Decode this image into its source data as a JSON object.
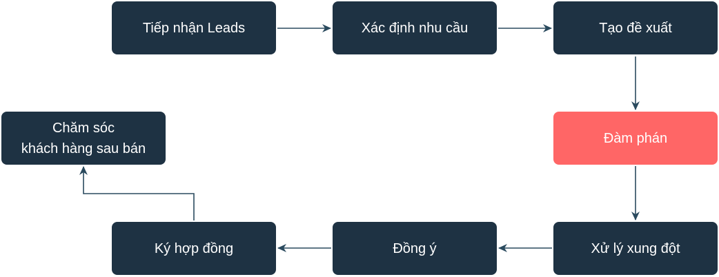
{
  "diagram": {
    "colors": {
      "node_default": "#1e3243",
      "node_highlight": "#ff6666",
      "edge": "#2a4a5e"
    },
    "nodes": [
      {
        "id": "tiep-nhan-leads",
        "label": "Tiếp nhận Leads",
        "highlight": false
      },
      {
        "id": "xac-dinh-nhu-cau",
        "label": "Xác định nhu cầu",
        "highlight": false
      },
      {
        "id": "tao-de-xuat",
        "label": "Tạo đề xuất",
        "highlight": false
      },
      {
        "id": "dam-phan",
        "label": "Đàm phán",
        "highlight": true
      },
      {
        "id": "xu-ly-xung-dot",
        "label": "Xử lý xung đột",
        "highlight": false
      },
      {
        "id": "dong-y",
        "label": "Đồng ý",
        "highlight": false
      },
      {
        "id": "ky-hop-dong",
        "label": "Ký hợp đồng",
        "highlight": false
      },
      {
        "id": "cham-soc",
        "label_lines": [
          "Chăm sóc",
          "khách hàng sau bán"
        ],
        "highlight": false
      }
    ],
    "edges": [
      {
        "from": "tiep-nhan-leads",
        "to": "xac-dinh-nhu-cau"
      },
      {
        "from": "xac-dinh-nhu-cau",
        "to": "tao-de-xuat"
      },
      {
        "from": "tao-de-xuat",
        "to": "dam-phan"
      },
      {
        "from": "dam-phan",
        "to": "xu-ly-xung-dot"
      },
      {
        "from": "xu-ly-xung-dot",
        "to": "dong-y"
      },
      {
        "from": "dong-y",
        "to": "ky-hop-dong"
      },
      {
        "from": "ky-hop-dong",
        "to": "cham-soc"
      }
    ]
  }
}
